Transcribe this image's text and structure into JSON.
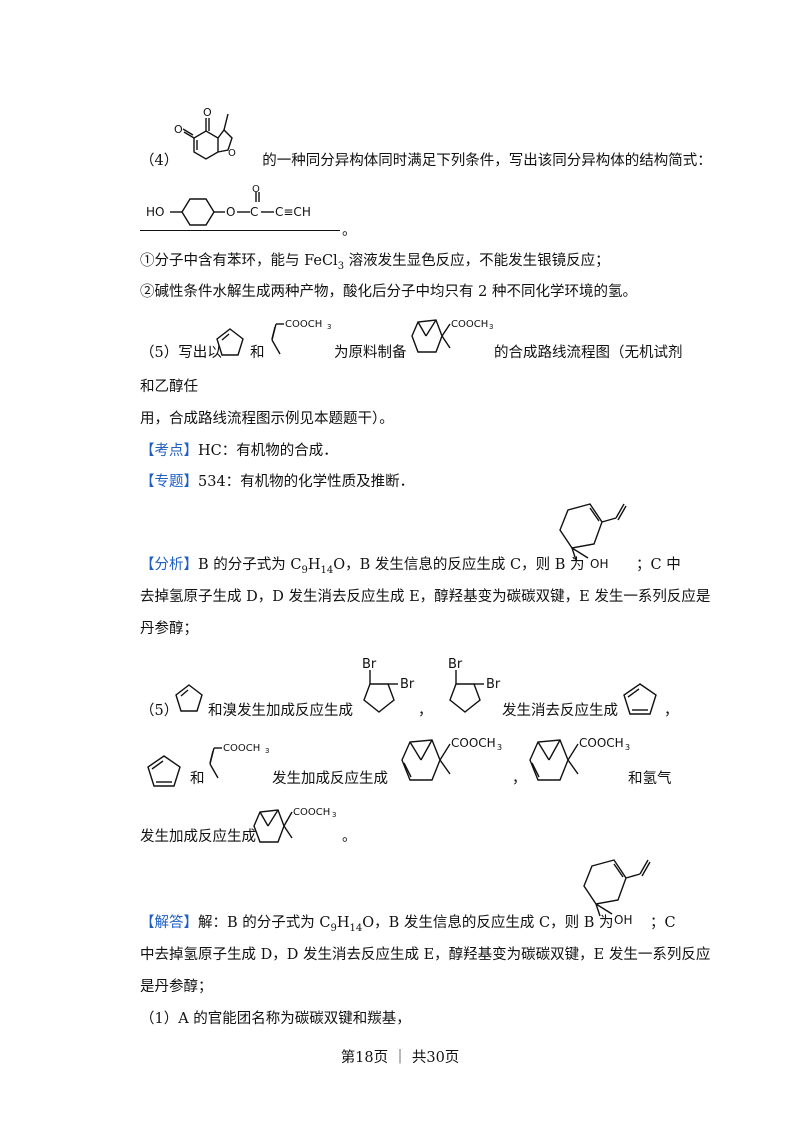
{
  "q4": {
    "num": "（4）",
    "text": "的一种同分异构体同时满足下列条件，写出该同分异构体的结构简式：",
    "answer_end": "。",
    "cond1_a": "①分子中含有苯环，能与 FeCl",
    "cond1_sub": "3",
    "cond1_b": " 溶液发生显色反应，不能发生银镜反应；",
    "cond2": "②碱性条件水解生成两种产物，酸化后分子中均只有 2 种不同化学环境的氢。",
    "mol_HO": "HO",
    "mol_O": "O",
    "mol_CCH": "C≡CH"
  },
  "q5": {
    "num": "（5）写出以",
    "and": "和",
    "raw": "为原料制备",
    "target": "的合成路线流程图（无机试剂",
    "line2": "和乙醇任",
    "line3": "用，合成路线流程图示例见本题题干）。",
    "cooch3": "COOCH",
    "three": "3"
  },
  "kaodian": {
    "tag": "【考点】",
    "text": "HC：有机物的合成．"
  },
  "zhuanti": {
    "tag": "【专题】",
    "text": "534：有机物的化学性质及推断．"
  },
  "fenxi": {
    "tag": "【分析】",
    "t1": "B 的分子式为 C",
    "s1": "9",
    "t2": "H",
    "s2": "14",
    "t3": "O，B 发生信息的反应生成 C，则 B 为",
    "t4": "；C 中",
    "line2": "去掉氢原子生成 D，D 发生消去反应生成 E，醇羟基变为碳碳双键，E 发生一系列反应是",
    "line3": "丹参醇；",
    "oh": "OH"
  },
  "part5": {
    "num": "（5）",
    "t1": "和溴发生加成反应生成",
    "comma": "，",
    "t2": "发生消去反应生成",
    "and": "和",
    "t3": "发生加成反应生成",
    "t4": "和氢气",
    "t5": "发生加成反应生成",
    "end": "。",
    "br": "Br"
  },
  "jieda": {
    "tag": "【解答】",
    "t1": "解：B 的分子式为 C",
    "s1": "9",
    "t2": "H",
    "s2": "14",
    "t3": "O，B 发生信息的反应生成 C，则 B 为",
    "t4": "；C",
    "line2": "中去掉氢原子生成 D，D 发生消去反应生成 E，醇羟基变为碳碳双键，E 发生一系列反应",
    "line3": "是丹参醇；",
    "line4": "（1）A 的官能团名称为碳碳双键和羰基，"
  },
  "footer": "第18页 ｜ 共30页",
  "colors": {
    "tag": "#1f5fc4"
  }
}
